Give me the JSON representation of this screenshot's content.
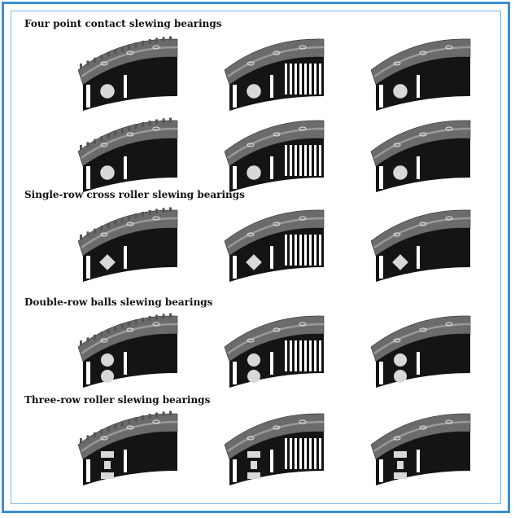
{
  "colors": {
    "frame_border": "#3a8fd6",
    "inner_border": "#7fb6e6",
    "bearing_top": "#6b6b6b",
    "bearing_body": "#141414",
    "bearing_stripe": "#ffffff",
    "ball": "#d8d8d8",
    "groove": "#9a9a9a"
  },
  "sections": [
    {
      "title": "Four point contact slewing bearings",
      "rows": [
        [
          {
            "element": "ball",
            "gear": "outer"
          },
          {
            "element": "ball",
            "gear": "inner"
          },
          {
            "element": "ball",
            "gear": "none"
          }
        ],
        [
          {
            "element": "ball",
            "gear": "outer"
          },
          {
            "element": "ball",
            "gear": "inner"
          },
          {
            "element": "ball",
            "gear": "none"
          }
        ]
      ]
    },
    {
      "title": "Single-row cross roller slewing bearings",
      "rows": [
        [
          {
            "element": "cross-roller",
            "gear": "outer"
          },
          {
            "element": "cross-roller",
            "gear": "inner"
          },
          {
            "element": "cross-roller",
            "gear": "none"
          }
        ]
      ]
    },
    {
      "title": "Double-row balls slewing bearings",
      "rows": [
        [
          {
            "element": "double-ball",
            "gear": "outer"
          },
          {
            "element": "double-ball",
            "gear": "inner"
          },
          {
            "element": "double-ball",
            "gear": "none"
          }
        ]
      ]
    },
    {
      "title": "Three-row roller slewing bearings",
      "rows": [
        [
          {
            "element": "three-roller",
            "gear": "outer"
          },
          {
            "element": "three-roller",
            "gear": "inner"
          },
          {
            "element": "three-roller",
            "gear": "none"
          }
        ]
      ]
    }
  ]
}
